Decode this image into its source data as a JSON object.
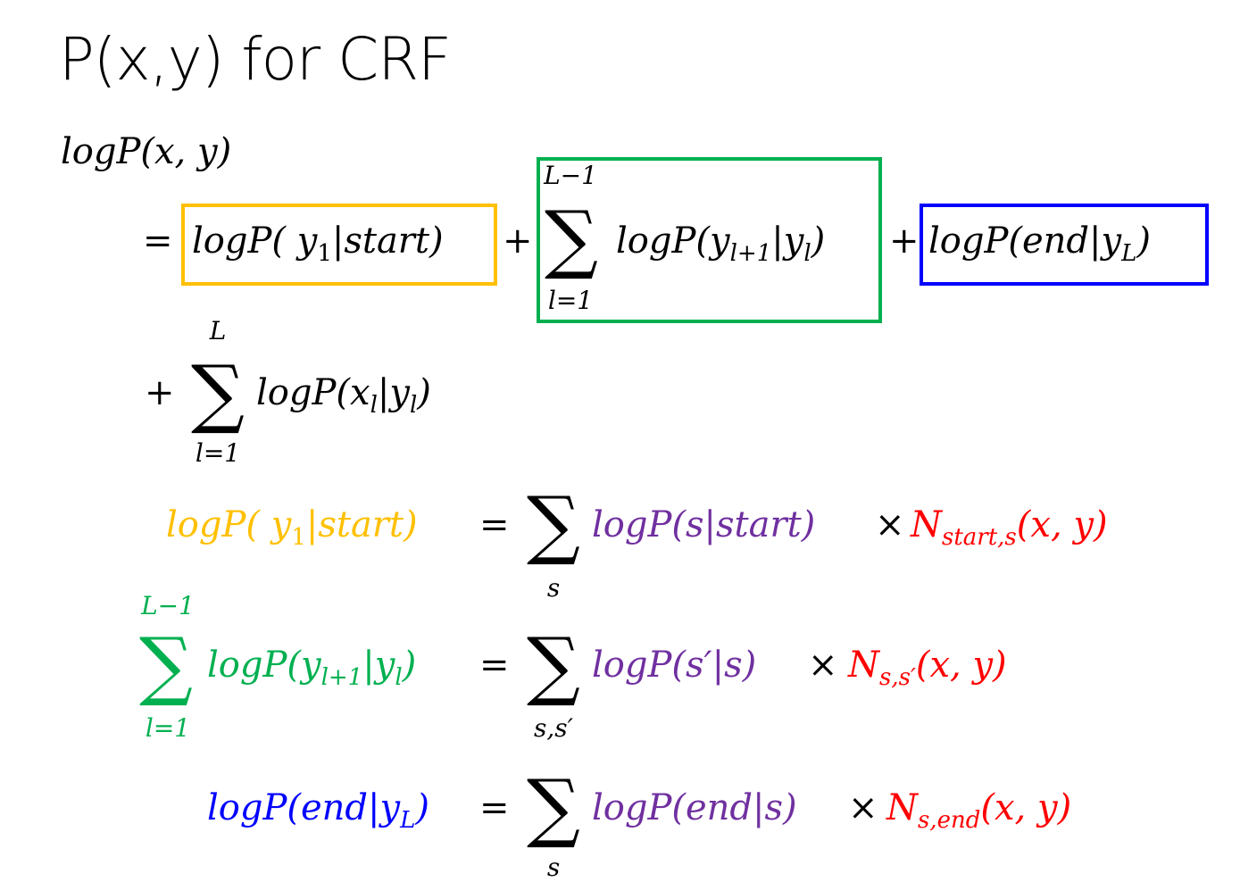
{
  "slide": {
    "title": "P(x,y) for CRF"
  },
  "colors": {
    "start_term": "#ffc000",
    "transition_term": "#00b050",
    "end_term": "#0000ff",
    "parameter": "#7030a0",
    "count": "#ff0000",
    "plain": "#000000"
  },
  "equation_main": {
    "lhs": "logP(x, y)",
    "equals": "=",
    "plus": "+",
    "start_term": "logP( y",
    "start_term_sub": "1",
    "start_term_rest": "|start)",
    "trans_sum_upper": "L−1",
    "trans_sum_lower": "l=1",
    "trans_term": "logP(y",
    "trans_term_sub1": "l+1",
    "trans_term_mid": "|y",
    "trans_term_sub2": "l",
    "trans_term_rest": ")",
    "end_term": "logP(end|y",
    "end_term_sub": "L",
    "end_term_rest": ")",
    "emit_sum_upper": "L",
    "emit_sum_lower": "l=1",
    "emit_term": "logP(x",
    "emit_term_sub1": "l",
    "emit_term_mid": "|y",
    "emit_term_sub2": "l",
    "emit_term_rest": ")"
  },
  "equation_start": {
    "lhs": "logP( y",
    "lhs_sub": "1",
    "lhs_rest": "|start)",
    "equals": "=",
    "sum_lower": "s",
    "param": "logP(s|start)",
    "times": "×",
    "count": "N",
    "count_sub": "start,s",
    "count_rest": "(x, y)"
  },
  "equation_trans": {
    "sum_upper": "L−1",
    "sum_lower": "l=1",
    "lhs": "logP(y",
    "lhs_sub1": "l+1",
    "lhs_mid": "|y",
    "lhs_sub2": "l",
    "lhs_rest": ")",
    "equals": "=",
    "rhs_sum_lower": "s,s′",
    "param": "logP(s′|s)",
    "times": "×",
    "count": "N",
    "count_sub": "s,s′",
    "count_rest": "(x, y)"
  },
  "equation_end": {
    "lhs": "logP(end|y",
    "lhs_sub": "L",
    "lhs_rest": ")",
    "equals": "=",
    "sum_lower": "s",
    "param": "logP(end|s)",
    "times": "×",
    "count": "N",
    "count_sub": "s,end",
    "count_rest": "(x, y)"
  }
}
